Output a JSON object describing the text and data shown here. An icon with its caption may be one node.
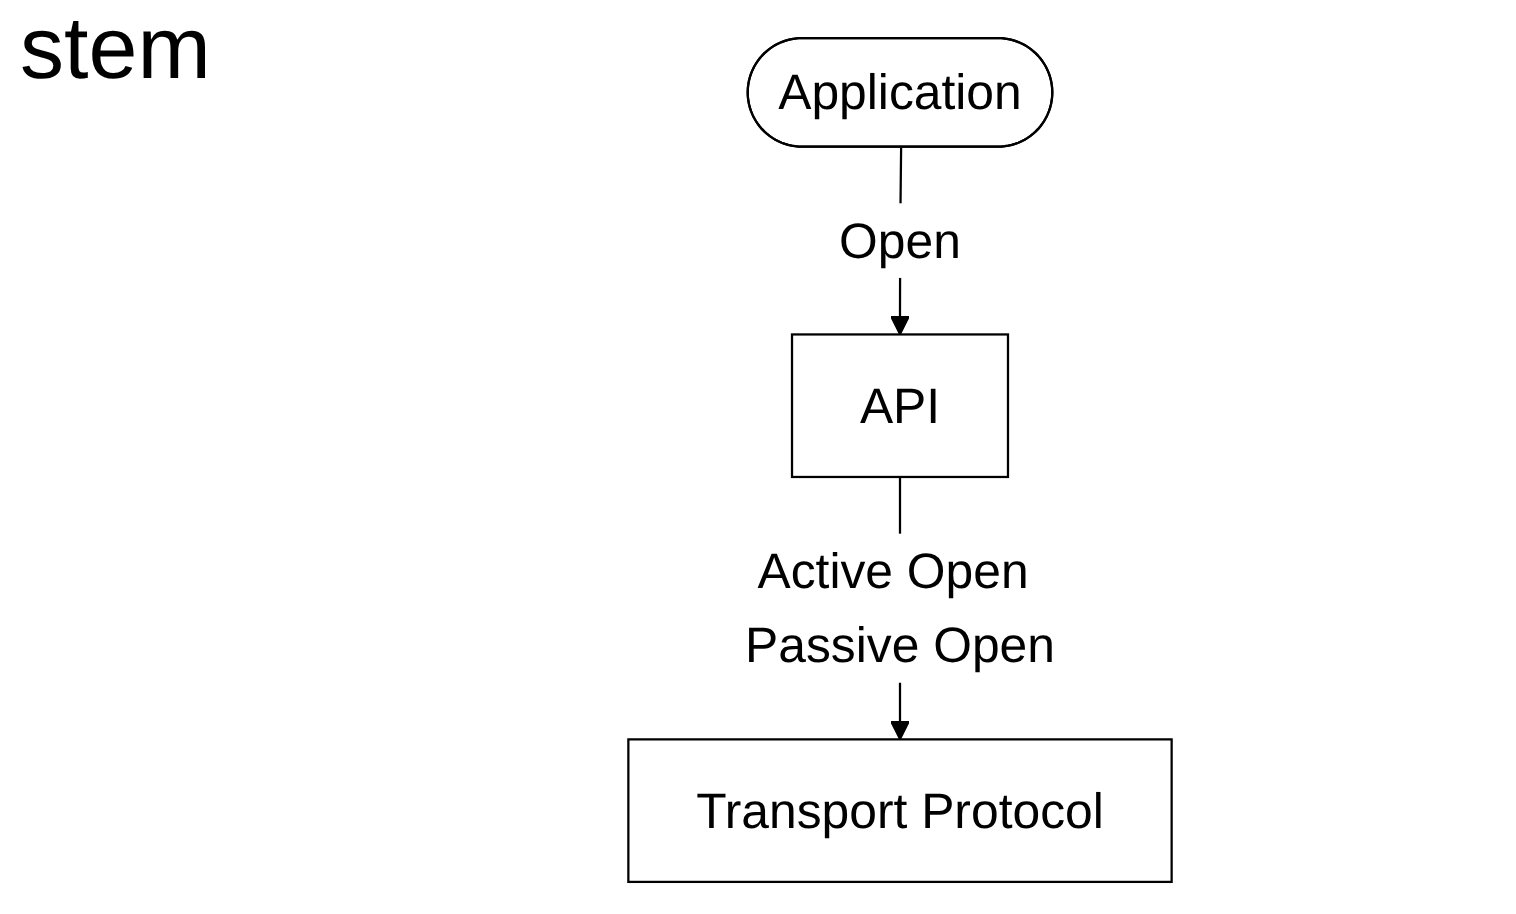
{
  "diagram": {
    "nodes": [
      {
        "text": [
          "Application"
        ]
      },
      {
        "text": [
          "API"
        ]
      },
      {
        "text": [
          "Transport Protocol"
        ]
      }
    ],
    "edges": [
      {
        "from": 0,
        "to": 1,
        "arrow": "to",
        "label": "Open"
      },
      {
        "from": 1,
        "to": 2,
        "arrow": "to",
        "label": "Active Open Passive Open"
      }
    ],
    "labels": [
      "stem"
    ]
  }
}
